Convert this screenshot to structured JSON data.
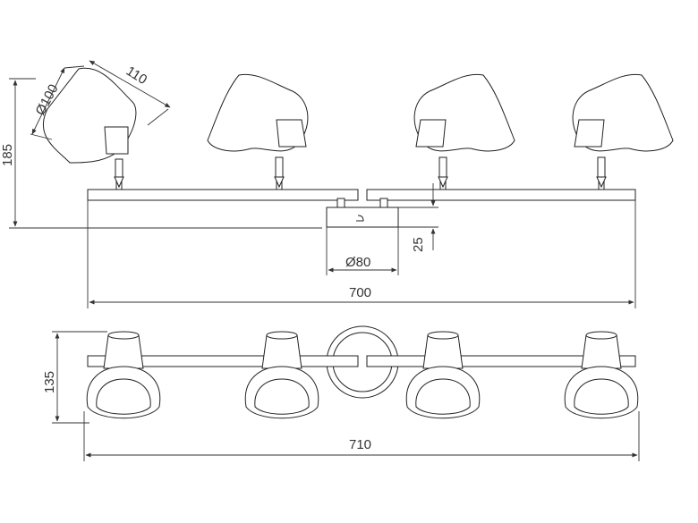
{
  "drawing": {
    "side_view": {
      "diameter_label": "Ø100",
      "shade_depth_label": "110",
      "height_label": "185",
      "plate_depth_label": "25",
      "plate_diameter_label": "Ø80",
      "width_label": "700"
    },
    "front_view": {
      "height_label": "135",
      "width_label": "710"
    }
  },
  "colors": {
    "line": "#222222",
    "background": "#ffffff"
  }
}
